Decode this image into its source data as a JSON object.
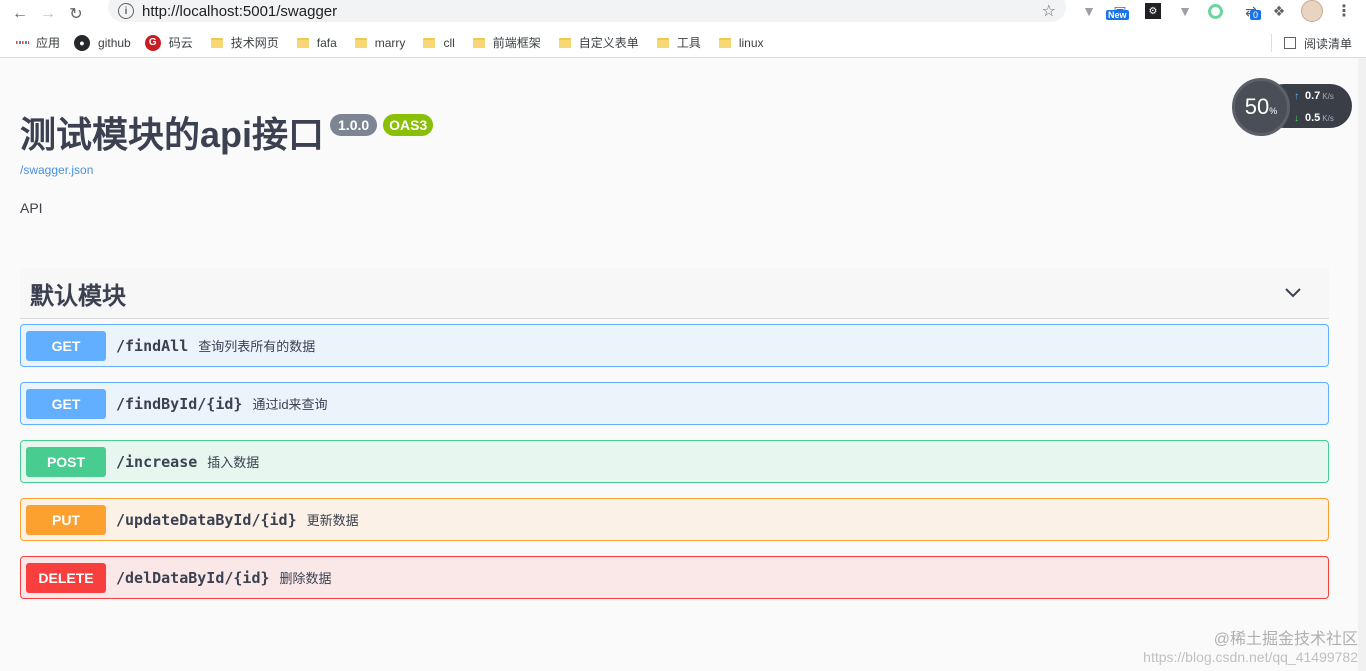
{
  "browser": {
    "url": "http://localhost:5001/swagger",
    "ext_new_badge": "New",
    "ext_count": "0"
  },
  "bookmarks": [
    {
      "label": "应用",
      "icon": "apps-icon"
    },
    {
      "label": "github",
      "icon": "github-icon"
    },
    {
      "label": "码云",
      "icon": "gitee-icon"
    },
    {
      "label": "技术网页",
      "icon": "folder-icon"
    },
    {
      "label": "fafa",
      "icon": "folder-icon"
    },
    {
      "label": "marry",
      "icon": "folder-icon"
    },
    {
      "label": "cll",
      "icon": "folder-icon"
    },
    {
      "label": "前端框架",
      "icon": "folder-icon"
    },
    {
      "label": "自定义表单",
      "icon": "folder-icon"
    },
    {
      "label": "工具",
      "icon": "folder-icon"
    },
    {
      "label": "linux",
      "icon": "folder-icon"
    }
  ],
  "reading_list": "阅读清单",
  "info": {
    "title": "测试模块的api接口",
    "version": "1.0.0",
    "oas": "OAS3",
    "spec_link": "/swagger.json",
    "description": "API"
  },
  "tag": {
    "name": "默认模块"
  },
  "operations": [
    {
      "method": "GET",
      "path": "/findAll",
      "summary": "查询列表所有的数据"
    },
    {
      "method": "GET",
      "path": "/findById/{id}",
      "summary": "通过id来查询"
    },
    {
      "method": "POST",
      "path": "/increase",
      "summary": "插入数据"
    },
    {
      "method": "PUT",
      "path": "/updateDataById/{id}",
      "summary": "更新数据"
    },
    {
      "method": "DELETE",
      "path": "/delDataById/{id}",
      "summary": "删除数据"
    }
  ],
  "speed_widget": {
    "percent": "50",
    "percent_sign": "%",
    "up": "0.7",
    "down": "0.5",
    "unit": "K/s"
  },
  "watermark": {
    "line1": "@稀土掘金技术社区",
    "line2": "https://blog.csdn.net/qq_41499782"
  },
  "colors": {
    "get": "#61affe",
    "post": "#49cc90",
    "put": "#fca130",
    "delete": "#f93e3e",
    "version_badge": "#7d8492",
    "oas_badge": "#89bf04"
  }
}
